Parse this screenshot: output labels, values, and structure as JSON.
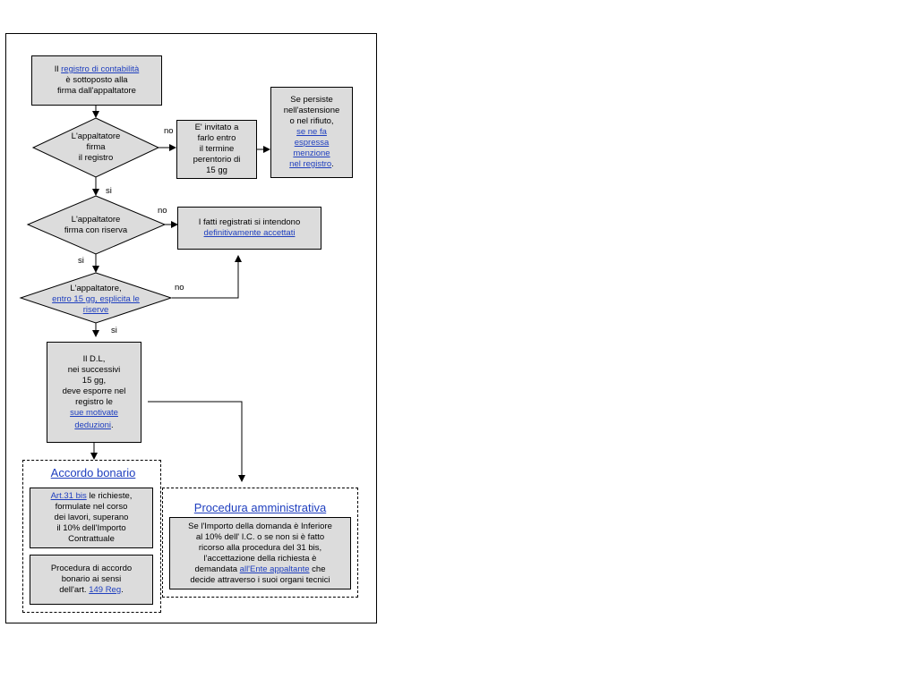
{
  "diagram": {
    "box_register": {
      "pre": "Il ",
      "link": "registro di contabilità",
      "line2": "è sottoposto alla",
      "line3": "firma dall'appaltatore"
    },
    "dec_signs": {
      "line1": "L'appaltatore",
      "line2": "firma",
      "line3": "il registro"
    },
    "box_invited": {
      "line1": "E' invitato a",
      "line2": "farlo entro",
      "line3": "il termine",
      "line4": "perentorio di",
      "line5": "15 gg"
    },
    "box_persists": {
      "line1": "Se persiste",
      "line2": "nell'astensione",
      "line3": "o nel rifiuto,",
      "link1": "se ne fa",
      "link2": "espressa",
      "link3": "menzione",
      "link4": "nel registro",
      "end": "."
    },
    "dec_reserve": {
      "line1": "L'appaltatore",
      "line2": "firma con riserva"
    },
    "box_accepted": {
      "line1": "I fatti registrati si intendono",
      "link": "definitivamente  accettati"
    },
    "dec_explicit": {
      "line1": "L'appaltatore,",
      "link1": "entro  15 gg, esplicita le",
      "link2": "riserve"
    },
    "box_dl": {
      "line1": "Il  D.L,",
      "line2": "nei  successivi",
      "line3": "15 gg,",
      "line4": "deve esporre nel",
      "line5": "registro le",
      "link1": "sue motivate",
      "link2": "deduzioni",
      "end": "."
    },
    "labels": {
      "no1": "no",
      "si1": "si",
      "no2": "no",
      "si2": "si",
      "no3": "no",
      "si3": "si"
    },
    "accordo": {
      "title": "Accordo bonario",
      "box1": {
        "link": "Art.31 bis",
        "line1": " le richieste,",
        "line2": "formulate nel corso",
        "line3": "dei lavori, superano",
        "line4": "il 10% dell'Importo",
        "line5": "Contrattuale"
      },
      "box2": {
        "line1": "Procedura  di accordo",
        "line2": "bonario ai sensi",
        "pre3": "dell'art. ",
        "link": "149 Reg",
        "end": "."
      }
    },
    "procedura": {
      "title": "Procedura amministrativa",
      "line1": "Se l'Importo della domanda è Inferiore",
      "line2": "al  10% dell' I.C. o  se non si  è fatto",
      "line3": "ricorso alla  procedura del 31 bis,",
      "line4": "l'accettazione della richiesta è",
      "pre5": "demandata ",
      "link": "all'Ente appaltante",
      "post5": " che",
      "line6": "decide attraverso i suoi organi tecnici"
    }
  }
}
